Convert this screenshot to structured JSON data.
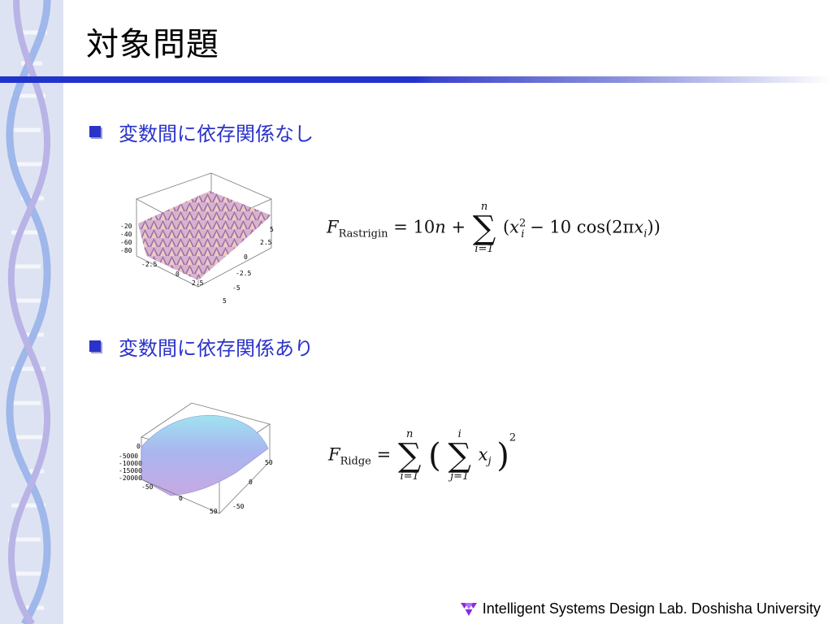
{
  "slide": {
    "title": "対象問題",
    "footer": "Intelligent Systems Design Lab. Doshisha University"
  },
  "sections": [
    {
      "bullet": "変数間に依存関係なし",
      "plot_ticks": {
        "z": [
          "-20",
          "-40",
          "-60",
          "-80"
        ],
        "x": [
          "-2.5",
          "0",
          "2.5",
          "5"
        ],
        "y": [
          "5",
          "2.5",
          "0",
          "-2.5",
          "-5"
        ]
      },
      "formula": {
        "lhs": "F",
        "lhs_sub": "Rastrigin",
        "eq": "= 10",
        "n": "n",
        "plus": " + ",
        "sum_top": "n",
        "sum_bottom": "i=1",
        "body_open": "(",
        "x": "x",
        "x_sub": "i",
        "x_sup": "2",
        "minus": " − 10 cos(2π",
        "x2": "x",
        "x2_sub": "i",
        "body_close": "))"
      }
    },
    {
      "bullet": "変数間に依存関係あり",
      "plot_ticks": {
        "z": [
          "0",
          "-5000",
          "-10000",
          "-15000",
          "-20000"
        ],
        "x": [
          "-50",
          "0",
          "50"
        ],
        "y": [
          "50",
          "0",
          "-50"
        ]
      },
      "formula": {
        "lhs": "F",
        "lhs_sub": "Ridge",
        "eq": "=",
        "sum1_top": "n",
        "sum1_bottom": "i=1",
        "open": "(",
        "sum2_top": "i",
        "sum2_bottom": "j=1",
        "x": "x",
        "x_sub": "j",
        "close": ")",
        "power": "2"
      }
    }
  ],
  "colors": {
    "accent": "#2b33c9",
    "rule": "#2233cc",
    "sidebar_bg": "#dde3f2",
    "surface1": "#c9a3c8",
    "surface2": "#a8b4ee"
  },
  "icons": {
    "footer_logo": "triangle-cluster-icon"
  }
}
